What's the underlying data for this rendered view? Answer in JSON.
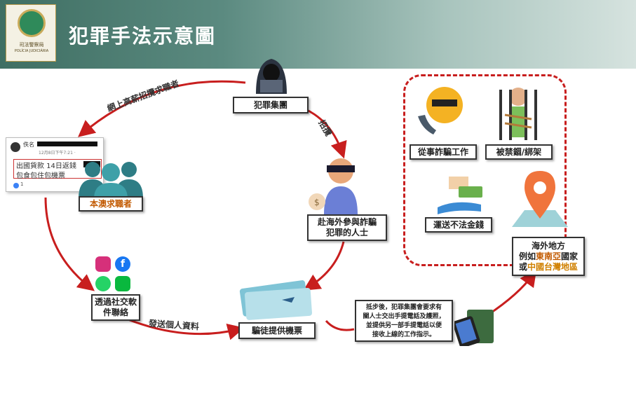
{
  "header": {
    "title": "犯罪手法示意圖",
    "logo_line1": "司法警察局",
    "logo_line2": "POLÍCIA JUDICIÁRIA"
  },
  "nodes": {
    "crime_group": "犯罪集團",
    "job_seekers": "本澳求職者",
    "social_apps_line1": "透過社交軟",
    "social_apps_line2": "件聯絡",
    "flight_ticket": "騙徒提供機票",
    "go_overseas_line1": "赴海外參與詐騙",
    "go_overseas_line2": "犯罪的人士",
    "fraud_work": "從事詐騙工作",
    "detained": "被禁錮/綁架",
    "money_transport": "運送不法金錢",
    "overseas_line1": "海外地方",
    "overseas_line2_prefix": "例如",
    "overseas_line2_hl": "東南亞",
    "overseas_line2_suffix": "國家",
    "overseas_line3_prefix": "或",
    "overseas_line3_hl": "中國台灣地區",
    "arrival_text": [
      "抵步後，犯罪集團會要求有",
      "關人士交出手提電話及護照，",
      "並提供另一部手提電話以便",
      "接收上線的工作指示。"
    ]
  },
  "arrows": {
    "recruit_online": "網上高薪招攬求職者",
    "recruit": "招攬",
    "send_info": "發送個人資料"
  },
  "post": {
    "user": "佚名",
    "time": "12月8日下午7:21 ·",
    "line1": "出國貨款 14日返錢",
    "line2": "包食包住包機票",
    "reactions": "1"
  },
  "colors": {
    "accent_orange": "#c25a00",
    "arrow_red": "#c81e1e",
    "header_green": "#3f6f63"
  }
}
